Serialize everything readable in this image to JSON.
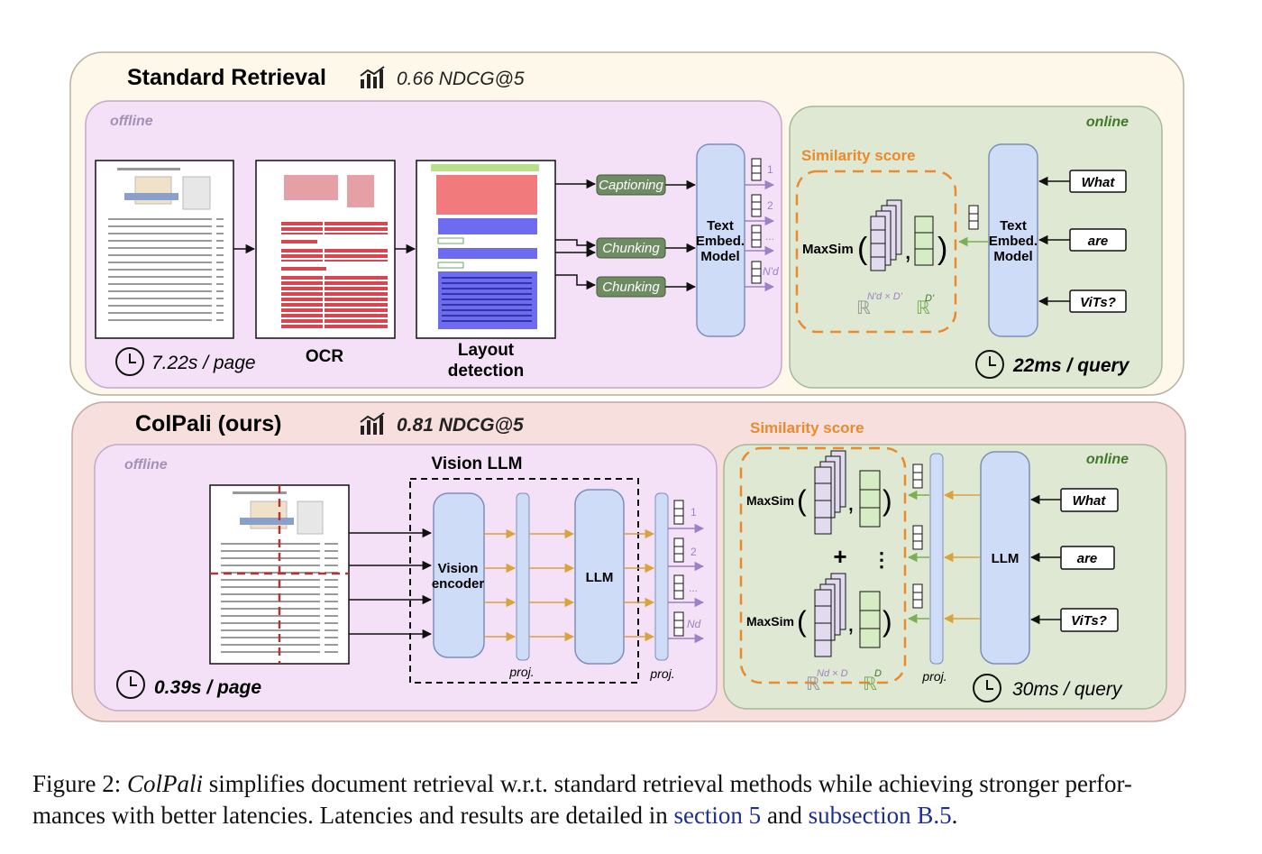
{
  "standard": {
    "title": "Standard Retrieval",
    "score": "0.66 NDCG@5",
    "offline_label": "offline",
    "online_label": "online",
    "page_time": "7.22s / page",
    "query_time": "22ms / query",
    "ocr_label": "OCR",
    "layout_label_1": "Layout",
    "layout_label_2": "detection",
    "captioning": "Captioning",
    "chunking_1": "Chunking",
    "chunking_2": "Chunking",
    "embed_1": "Text",
    "embed_2": "Embed.",
    "embed_3": "Model",
    "sim_title": "Similarity score",
    "maxsim": "MaxSim",
    "dim_doc": "N'd × D'",
    "dim_query": "D'",
    "real": "ℝ",
    "index_labels": [
      "1",
      "2",
      "...",
      "N'd"
    ],
    "query_words": [
      "What",
      "are",
      "ViTs?"
    ]
  },
  "colpali": {
    "title": "ColPali (ours)",
    "score": "0.81 NDCG@5",
    "offline_label": "offline",
    "online_label": "online",
    "page_time": "0.39s / page",
    "query_time": "30ms / query",
    "vision_llm": "Vision LLM",
    "vision_encoder_1": "Vision",
    "vision_encoder_2": "encoder",
    "llm": "LLM",
    "proj": "proj.",
    "sim_title": "Similarity score",
    "maxsim": "MaxSim",
    "plus": "+",
    "vdots": "⋮",
    "dim_doc": "Nd × D",
    "dim_query": "D",
    "real": "ℝ",
    "index_labels": [
      "1",
      "2",
      "...",
      "Nd"
    ],
    "query_words": [
      "What",
      "are",
      "ViTs?"
    ]
  },
  "caption": {
    "prefix": "Figure 2: ",
    "em": "ColPali",
    "text1": " simplifies document retrieval w.r.t. standard retrieval methods while achieving stronger perfor-",
    "text2": "mances with better latencies. Latencies and results are detailed in ",
    "link1": "section 5",
    "and": " and ",
    "link2": "subsection B.5",
    "end": "."
  },
  "colors": {
    "standard_bg": "#fdf8e9",
    "colpali_bg": "#f7dfdd",
    "offline_bg": "#f4e1f7",
    "online_bg": "#dfe8d3",
    "model_fill": "#cfdcf8",
    "chip_green": "#6f8b63",
    "orange": "#e98a2c",
    "purple_arrow": "#9b82c4",
    "green_arrow": "#7cae55",
    "gold_arrow": "#d9a23a",
    "link": "#1f2f8f"
  }
}
